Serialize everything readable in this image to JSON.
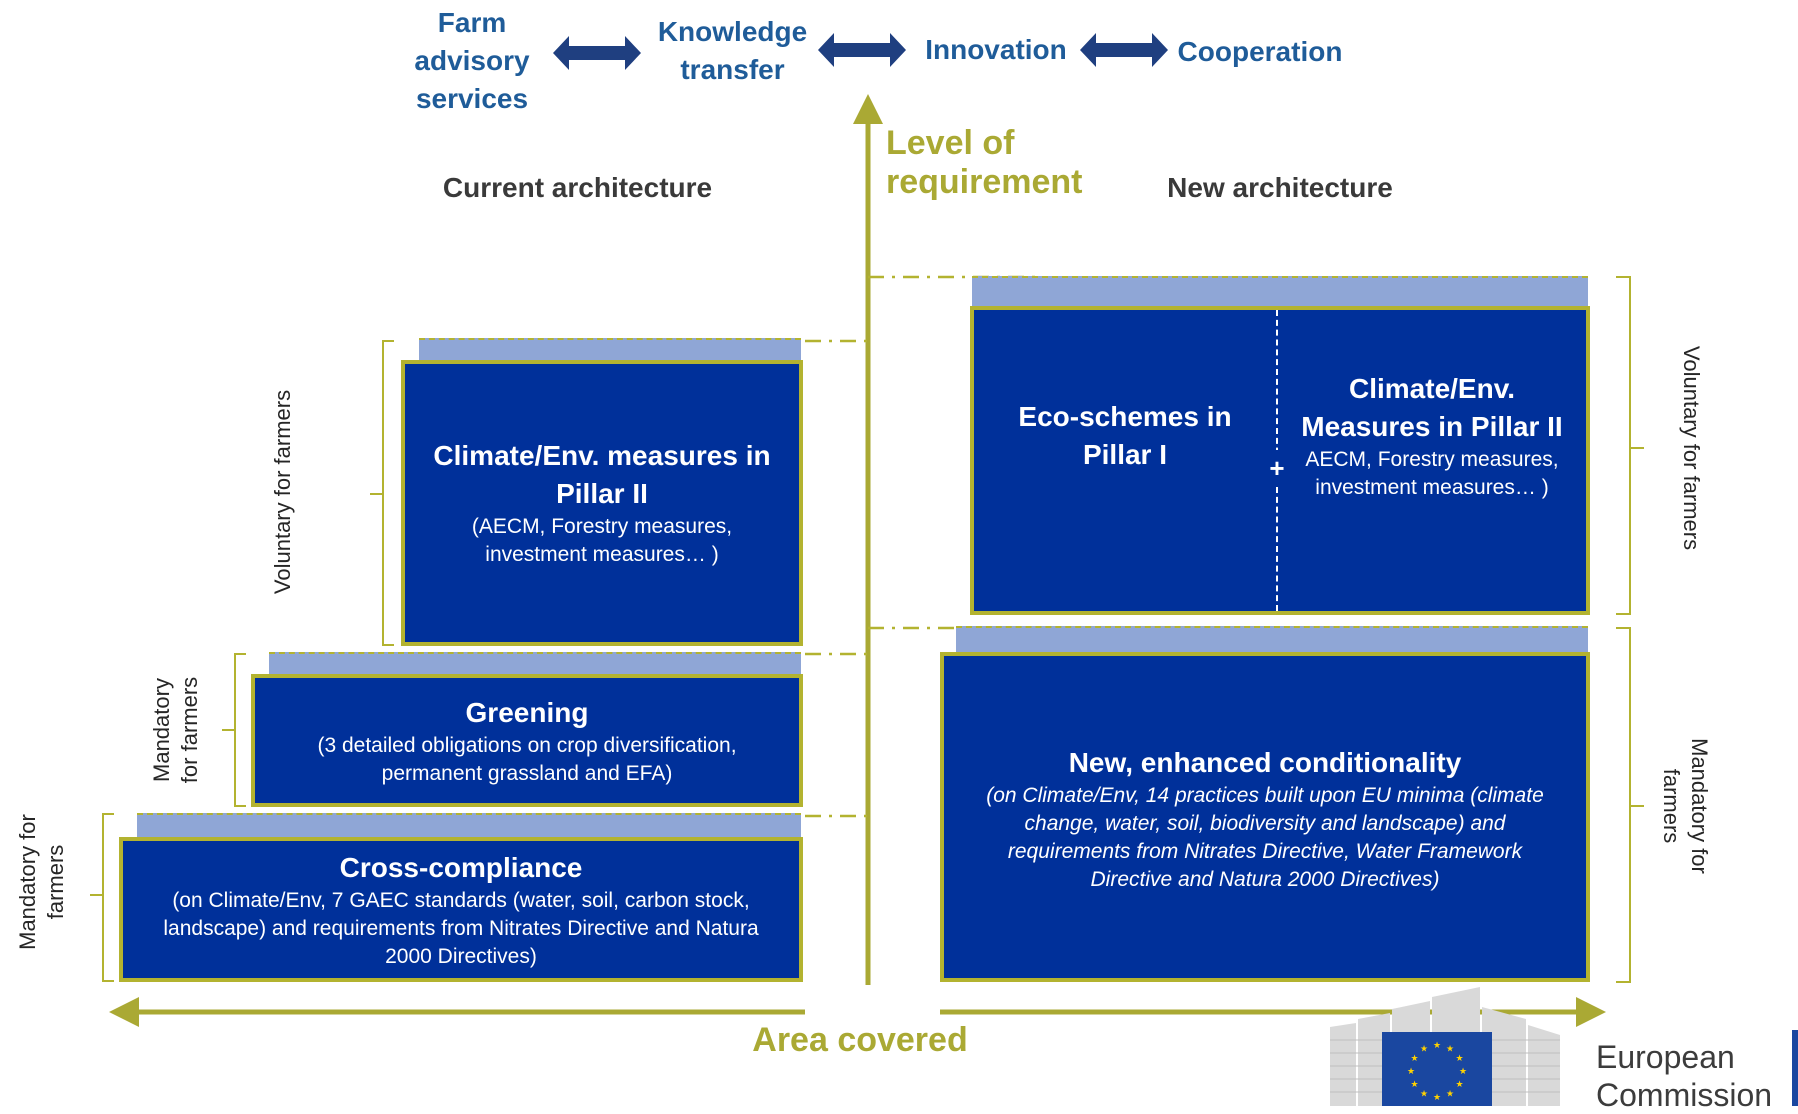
{
  "top_flow": {
    "items": [
      "Farm\nadvisory\nservices",
      "Knowledge\ntransfer",
      "Innovation",
      "Cooperation"
    ]
  },
  "axes": {
    "vertical_label": "Level of\nrequirement",
    "horizontal_label": "Area covered"
  },
  "current": {
    "heading": "Current architecture",
    "pillar2": {
      "title": "Climate/Env. measures in Pillar II",
      "subtitle": "(AECM, Forestry measures, investment measures… )"
    },
    "greening": {
      "title": "Greening",
      "subtitle": "(3 detailed obligations on crop diversification, permanent grassland and EFA)"
    },
    "cross_compliance": {
      "title": "Cross-compliance",
      "subtitle": "(on Climate/Env, 7 GAEC standards (water, soil, carbon stock, landscape) and requirements from Nitrates Directive and Natura 2000 Directives)"
    },
    "labels": {
      "voluntary": "Voluntary for farmers",
      "mandatory_greening": "Mandatory\nfor farmers",
      "mandatory_cc": "Mandatory for\nfarmers"
    }
  },
  "new": {
    "heading": "New architecture",
    "eco_schemes": {
      "title": "Eco-schemes in Pillar I"
    },
    "plus": "+",
    "pillar2": {
      "title": "Climate/Env. Measures in Pillar II",
      "subtitle": "AECM, Forestry measures, investment measures… )"
    },
    "conditionality": {
      "title": "New, enhanced conditionality",
      "subtitle": "(on Climate/Env, 14 practices built upon EU minima (climate change, water, soil, biodiversity and landscape) and requirements from Nitrates Directive, Water Framework Directive and Natura 2000 Directives)"
    },
    "labels": {
      "voluntary": "Voluntary for farmers",
      "mandatory": "Mandatory for\nfarmers"
    }
  },
  "logo": {
    "name": "European\nCommission"
  },
  "colors": {
    "box_fill": "#00309a",
    "box_border": "#b3b330",
    "strip": "#8fa6d6",
    "axis": "#aaa934",
    "top_text": "#1f5c99",
    "arrow": "#1f3f80"
  }
}
